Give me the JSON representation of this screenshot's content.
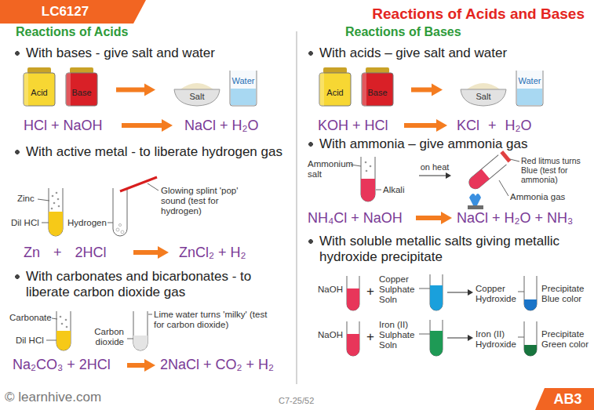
{
  "diagram": {
    "title": "Reactions of Acids and Bases",
    "nodes": [
      {
        "text": [
          "LC6127"
        ]
      },
      {
        "text": [
          "Acid"
        ]
      },
      {
        "text": [
          "Base"
        ]
      },
      {
        "text": [
          "Salt"
        ]
      },
      {
        "text": [
          "Water"
        ]
      },
      {
        "text": [
          "Acid"
        ]
      },
      {
        "text": [
          "Base"
        ]
      },
      {
        "text": [
          "Salt"
        ]
      },
      {
        "text": [
          "Water"
        ]
      },
      {
        "text": [
          "AB3"
        ]
      }
    ],
    "edges": [
      {
        "from": 2,
        "to": 3,
        "arrow": "to"
      },
      {
        "from": 6,
        "to": 7,
        "arrow": "to"
      }
    ],
    "labels": [
      "Reactions of Acids",
      "With bases - give salt and water",
      "HCl + NaOH",
      "NaCl + H₂O",
      "With active metal - to liberate hydrogen gas",
      "Zinc",
      "Dil HCl",
      "Hydrogen",
      "Glowing splint 'pop' sound (test for hydrogen)",
      "Zn + 2HCl",
      "ZnCl₂ + H₂",
      "With carbonates and bicarbonates - to liberate carbon dioxide gas",
      "Carbonate",
      "Dil HCl",
      "Carbon dioxide",
      "Lime water turns 'milky' (test for carbon dioxide)",
      "Na₂CO₃ + 2HCl",
      "2NaCl + CO₂ + H₂",
      "Reactions of Bases",
      "With acids – give salt and water",
      "KOH + HCl",
      "KCl + H₂O",
      "With ammonia – give ammonia gas",
      "Ammonium salt",
      "Alkali",
      "on heat",
      "Red litmus turns Blue (test for ammonia)",
      "Ammonia gas",
      "NH₄Cl + NaOH",
      "NaCl + H₂O + NH₃",
      "With soluble metallic salts giving metallic hydroxide precipitate",
      "NaOH",
      "+",
      "Copper Sulphate Soln",
      "Copper Hydroxide",
      "Precipitate Blue color",
      "NaOH",
      "+",
      "Iron (II) Sulphate Soln",
      "Iron (II) Hydroxide",
      "Precipitate Green color",
      "© learnhive.com",
      "C7-25/52"
    ]
  }
}
